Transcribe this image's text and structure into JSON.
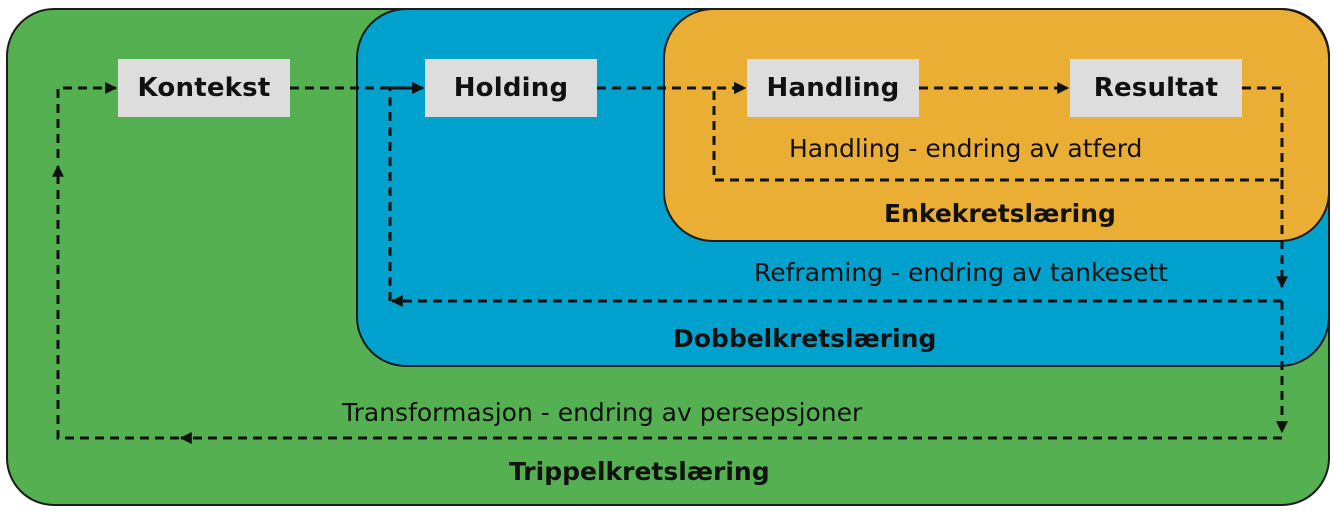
{
  "stages": {
    "kontekst": "Kontekst",
    "holding": "Holding",
    "handling": "Handling",
    "resultat": "Resultat"
  },
  "loops": {
    "single": {
      "name": "Enkekretslæring",
      "description": "Handling - endring av atferd",
      "color": "#ebae34"
    },
    "double": {
      "name": "Dobbelkretslæring",
      "description": "Reframing - endring av tankesett",
      "color": "#00a1cc"
    },
    "triple": {
      "name": "Trippelkretslæring",
      "description": "Transformasjon - endring av persepsjoner",
      "color": "#55b051"
    }
  },
  "box_color": "#dddddd"
}
